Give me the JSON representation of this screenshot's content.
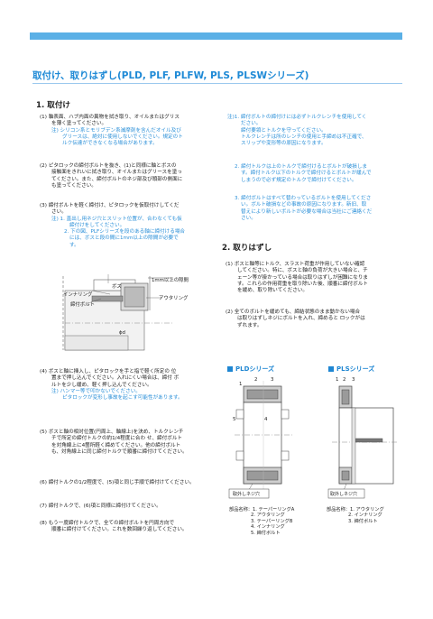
{
  "header": {
    "title": "取付け、取りはずし(PLD, PLF, PLFW, PLS, PLSWシリーズ)"
  },
  "section1": {
    "heading": "1. 取付け",
    "p1": [
      "(1) 軸表面、ハブ内面の異物を拭き取り、オイルまたはグリス",
      "を薄く塗ってください。"
    ],
    "p1_note": [
      "注) シリコン系とモリブデン系減摩剤を含んだオイル及び",
      "グリースは、絶対に使用しないでください。規定のト",
      "ルク伝達ができなくなる場合があります。"
    ],
    "p2": [
      "(2) ピタロックの締付ボルトを抜き、(1)と同様に軸とボスの",
      "接触面をきれいに拭き取り、オイルまたはグリースを塗っ",
      "てください。また、締付ボルトのネジ部及び頭部の側面に",
      "も塗ってください。"
    ],
    "p3": [
      "(3) 締付ボルトを軽く締付け、ピタロックを仮取付けしてくだ",
      "さい。"
    ],
    "p3_note": [
      "注) 1. 直出し用ネジ穴とスリット位置が、合わなくても仮",
      "締付けをしてください。",
      "2. 下の図、PLFシリーズを段のある軸に締付ける場合",
      "には、ボスと段の間に1mm以上の隙間が必要で",
      "す。"
    ],
    "fig_labels": {
      "gap": "1mm以上の隙間",
      "boss": "ボス",
      "inner": "インナリング",
      "outer": "アウタリング",
      "bolt": "締付ボルト",
      "d": "ϕd"
    },
    "p4": [
      "(4) ボスと軸に挿入し、ピタロックを手と指で軽く所定の 位",
      "置まで押し込んでください。入れにくい場合は、締付 ボ",
      "ルトを少し緩め、軽く押し込んでください。"
    ],
    "p4_note": [
      "注) ハンマー等で叩かないでください。",
      "ピタロックが変形し事故を起こす可能性があります。"
    ],
    "p5": [
      "(5) ボスと軸の相対位置(円周上、軸線上)を決め、トルクレンチ",
      "チで所定の締付トルクの約1/4程度に合わ せ、締付ボルト",
      "を対角線上に4箇所軽く締めてください。他の締付ボルト",
      "も、対角線上に同じ締付トルクで順番に締付けてください。"
    ],
    "p6": "(6) 締付トルクの1/2程度で、(5)項と同じ手順で締付けてください。",
    "p7": "(7) 締付トルクで、(6)項と同様に締付けてください。",
    "p8": [
      "(8) もう一度締付トルクで、全ての締付ボルトを円周方向で",
      "順番に締付けてください。これを数回繰り返してください。"
    ]
  },
  "right": {
    "note1": [
      "注)1. 締付ボルトの締付けには必ずトルクレンチを使用してく",
      "ださい。",
      "締付要領とトルクを守ってください。",
      "トルクレンチは所のレンチの使用と手締めは不正確で、",
      "スリップや変形等の原因になります。"
    ],
    "note2": [
      "2. 締付トルクは上のトルクで締付けるとボルトが破損しま",
      "す。締付トルク以下のトルクで締付けるとボルトが緩んで",
      "しまうので必ず規定のトルクで締付けてください。"
    ],
    "note3": [
      "3. 締付ボルトはすべて替わっているボルトを使用してくださ",
      "い。ボルト破損などの事故の原因になります。新旧、取",
      "替えにより新しいボルトが必要な場合は当社にご連絡くだ",
      "さい。"
    ],
    "heading2": "2. 取りはずし",
    "r1": [
      "(1) ボスと軸等にトルク、スラスト荷重が作用していない確認",
      "してください。特に、ボスと軸の負荷が大きい場合と、チ",
      "ェーン等が掛かっている場合は取りはずしが困難になりま",
      "す。これらの作用荷重を取り除いた後、順番に締付ボルト",
      "を緩め、取り除いてください。"
    ],
    "r2": [
      "(2) 全てのボルトを緩めても、締結状態のまま動かない場合",
      "は取りはずしネジにボルトを入れ、締めると ロックがは",
      "ずれます。"
    ],
    "pld": {
      "label": "PLDシリーズ",
      "tag": "取外しネジ穴",
      "nums": [
        "1",
        "2",
        "3",
        "4",
        "5"
      ],
      "parts": [
        "部品名称：1. テーパーリングA",
        "2. アウタリング",
        "3. テーパーリングB",
        "4. インナリング",
        "5. 締付ボルト"
      ]
    },
    "pls": {
      "label": "PLSシリーズ",
      "tag": "取外しネジ穴",
      "nums": [
        "1",
        "2",
        "3"
      ],
      "parts": [
        "部品名称：1. アウタリング",
        "2. インナリング",
        "3. 締付ボルト"
      ]
    }
  }
}
